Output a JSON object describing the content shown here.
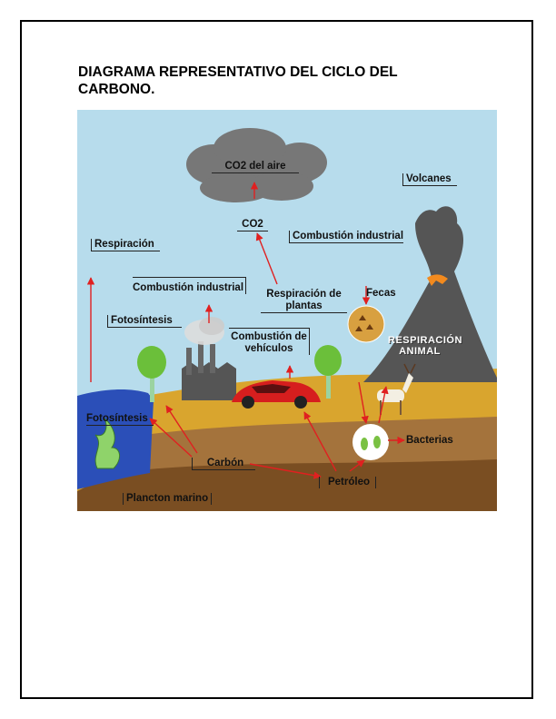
{
  "title": "DIAGRAMA REPRESENTATIVO DEL CICLO DEL CARBONO.",
  "labels": {
    "co2_aire": "CO2 del aire",
    "co2": "CO2",
    "volcanes": "Volcanes",
    "respiracion": "Respiración",
    "combustion_industrial_1": "Combustión industrial",
    "combustion_industrial_2": "Combustión industrial",
    "respiracion_plantas_1": "Respiración de",
    "respiracion_plantas_2": "plantas",
    "fecas": "Fecas",
    "fotosintesis_1": "Fotosíntesis",
    "combustion_vehiculos_1": "Combustión de",
    "combustion_vehiculos_2": "vehículos",
    "respiracion_animal_1": "RESPIRACIÓN",
    "respiracion_animal_2": "ANIMAL",
    "fotosintesis_2": "Fotosíntesis",
    "bacterias": "Bacterias",
    "carbon": "Carbón",
    "petroleo": "Petróleo",
    "plancton_marino": "Plancton marino"
  },
  "colors": {
    "sky": "#b7dcec",
    "ground": "#d9a52e",
    "soil": "#9b6b36",
    "deep_soil": "#7a4e22",
    "sea": "#2b4fb8",
    "cloud": "#777777",
    "volcano": "#555555",
    "arrow": "#e02020",
    "car": "#d61e1e"
  }
}
